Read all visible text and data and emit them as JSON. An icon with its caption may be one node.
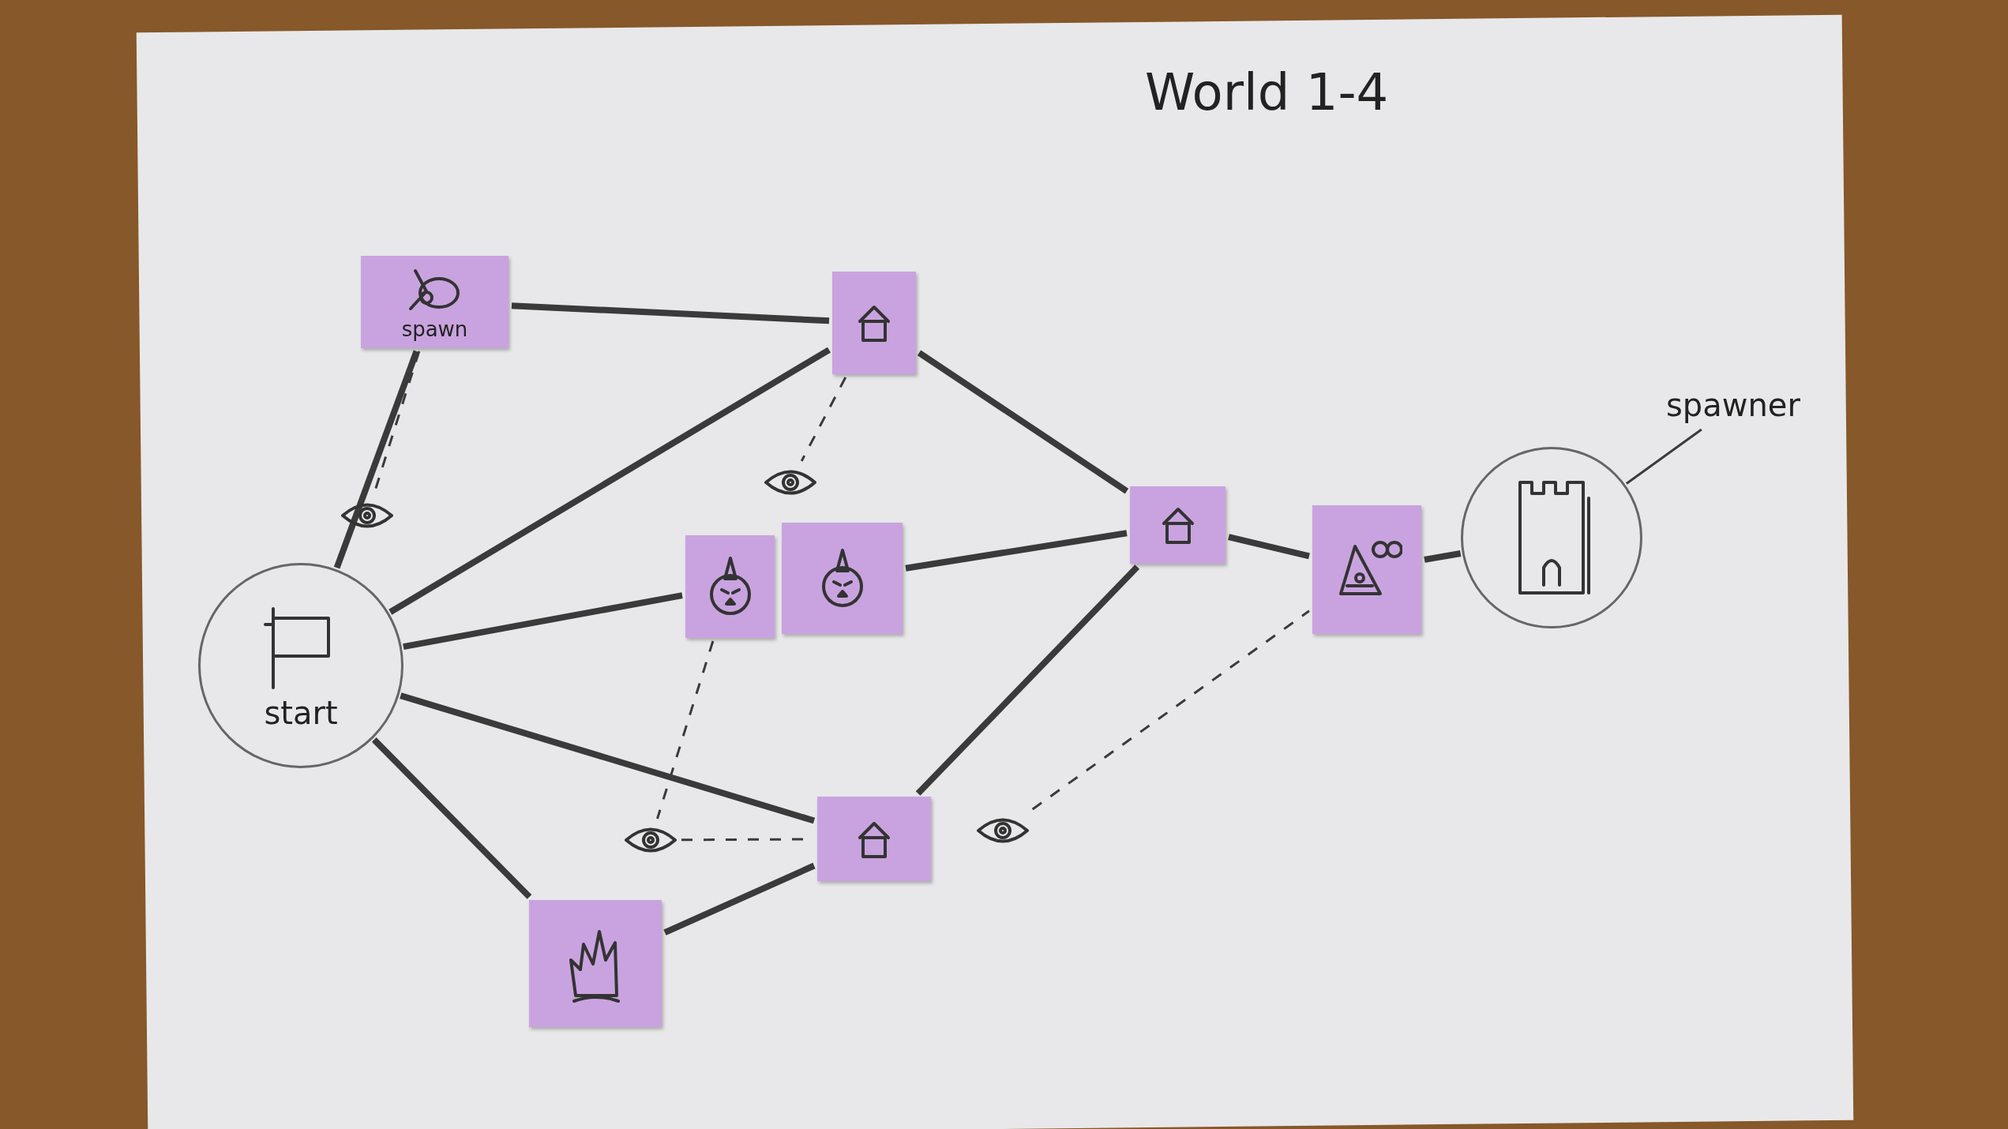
{
  "diagram": {
    "title": "World 1-4",
    "nodes": [
      {
        "text": [
          "start"
        ]
      },
      {
        "text": [
          "spawn"
        ]
      },
      {
        "text": [],
        "shape": "picture"
      },
      {
        "text": [],
        "shape": "picture"
      },
      {
        "text": [],
        "shape": "picture"
      },
      {
        "text": [],
        "shape": "picture"
      },
      {
        "text": [],
        "shape": "picture"
      },
      {
        "text": [],
        "shape": "picture"
      },
      {
        "text": [],
        "shape": "picture"
      },
      {
        "text": [],
        "shape": "picture"
      },
      {
        "text": [
          "spawner"
        ]
      },
      {
        "text": [],
        "shape": "picture"
      },
      {
        "text": [],
        "shape": "picture"
      },
      {
        "text": [],
        "shape": "picture"
      },
      {
        "text": [],
        "shape": "picture"
      }
    ],
    "edges": [
      {
        "from": 0,
        "to": 1,
        "arrow": "none"
      },
      {
        "from": 1,
        "to": 2,
        "arrow": "none"
      },
      {
        "from": 0,
        "to": 2,
        "arrow": "none"
      },
      {
        "from": 0,
        "to": 5,
        "arrow": "none"
      },
      {
        "from": 0,
        "to": 12,
        "arrow": "none"
      },
      {
        "from": 0,
        "to": 14,
        "arrow": "none"
      },
      {
        "from": 14,
        "to": 12,
        "arrow": "none"
      },
      {
        "from": 2,
        "to": 7,
        "arrow": "none"
      },
      {
        "from": 6,
        "to": 7,
        "arrow": "none"
      },
      {
        "from": 7,
        "to": 12,
        "arrow": "none"
      },
      {
        "from": 7,
        "to": 8,
        "arrow": "none"
      },
      {
        "from": 8,
        "to": 9,
        "arrow": "none"
      },
      {
        "from": 1,
        "to": 3,
        "arrow": "none",
        "style": "dashed"
      },
      {
        "from": 2,
        "to": 4,
        "arrow": "none",
        "style": "dashed"
      },
      {
        "from": 5,
        "to": 11,
        "arrow": "none",
        "style": "dashed"
      },
      {
        "from": 11,
        "to": 12,
        "arrow": "none",
        "style": "dashed"
      },
      {
        "from": 13,
        "to": 8,
        "arrow": "none",
        "style": "dashed"
      },
      {
        "from": 10,
        "to": 9,
        "arrow": "none"
      }
    ]
  }
}
